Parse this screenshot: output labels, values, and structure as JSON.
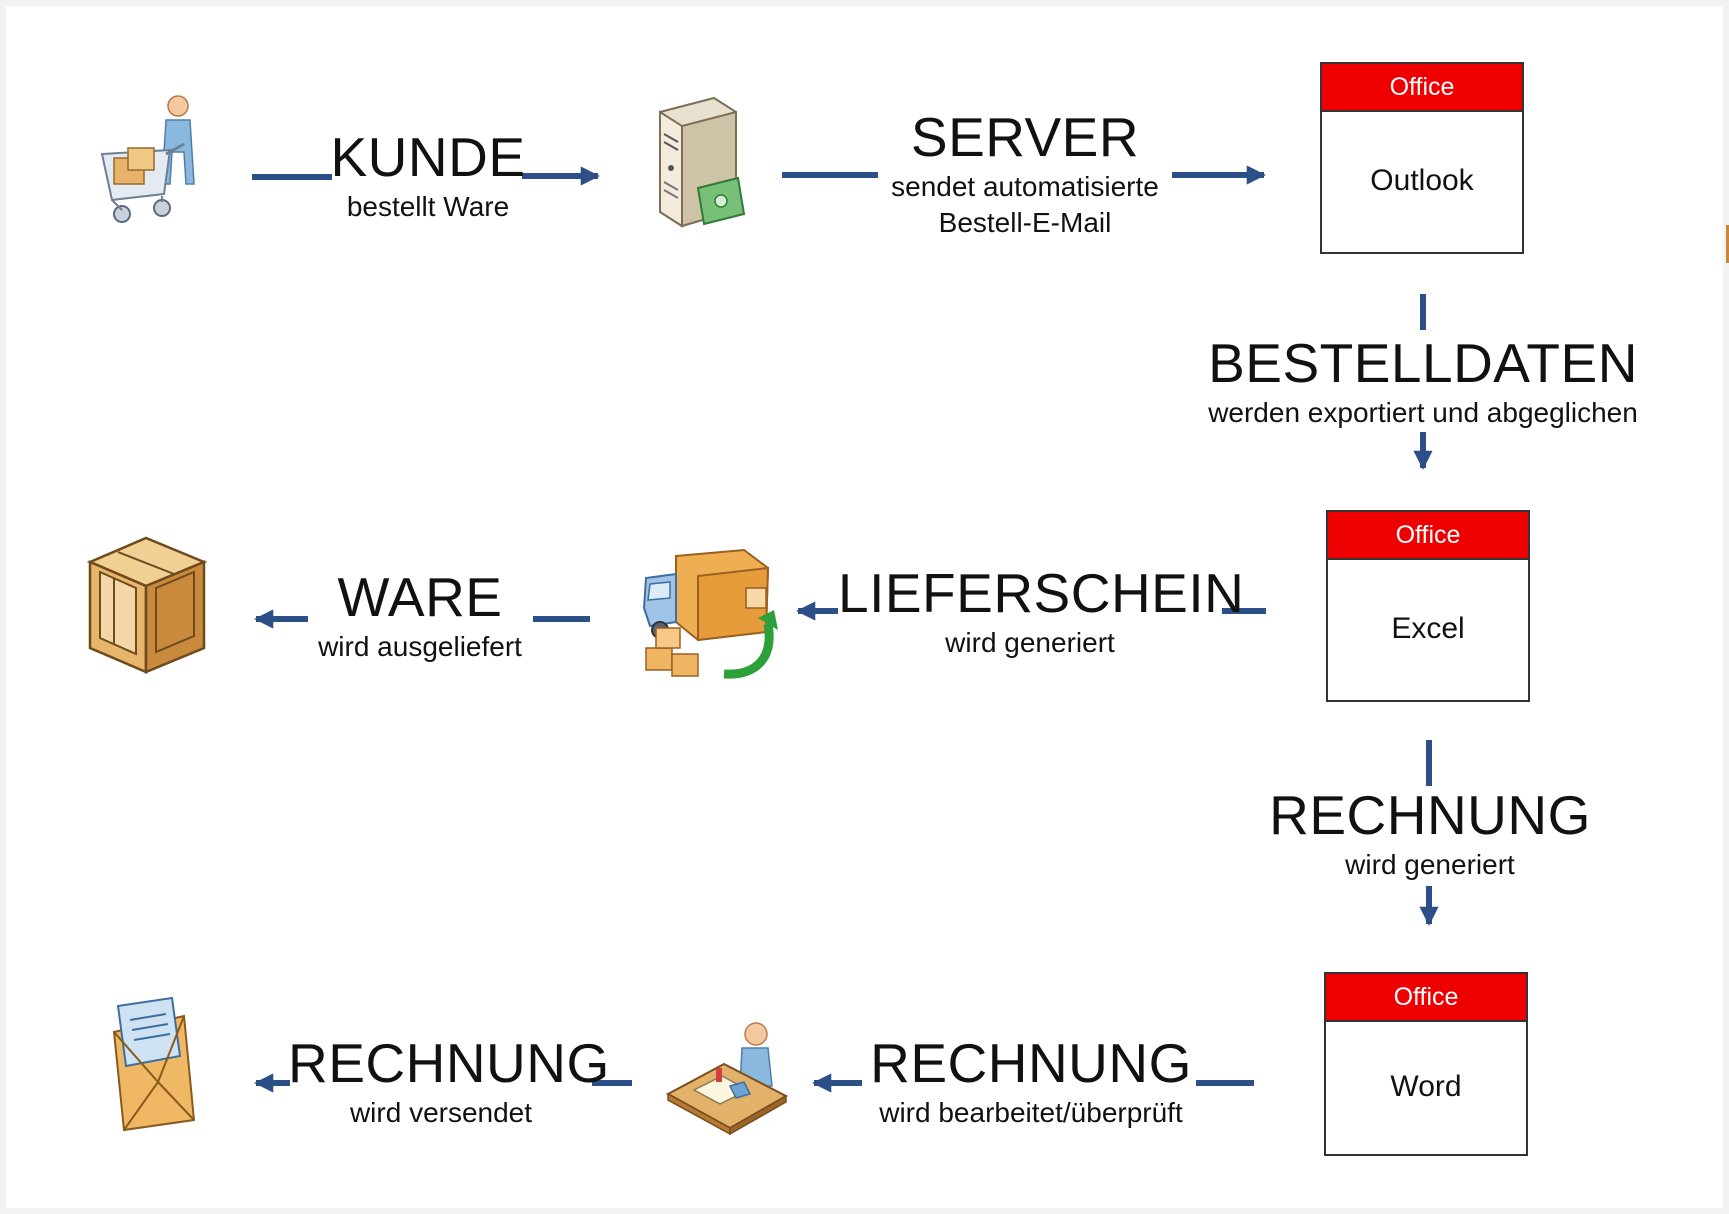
{
  "colors": {
    "arrow": "#2b4f86",
    "office_header": "#ee0000",
    "background": "#ffffff"
  },
  "icons": {
    "customer": "shopping-cart-person-icon",
    "server": "server-payment-icon",
    "goods": "crate-icon",
    "delivery": "delivery-truck-icon",
    "clerk": "office-worker-desk-icon",
    "mail": "envelope-letter-icon"
  },
  "steps": {
    "kunde": {
      "title": "KUNDE",
      "subtitle": "bestellt Ware"
    },
    "server": {
      "title": "SERVER",
      "subtitle_1": "sendet automatisierte",
      "subtitle_2": "Bestell-E-Mail"
    },
    "bestelldaten": {
      "title": "BESTELLDATEN",
      "subtitle": "werden exportiert und abgeglichen"
    },
    "lieferschein": {
      "title": "LIEFERSCHEIN",
      "subtitle": "wird generiert"
    },
    "ware": {
      "title": "WARE",
      "subtitle": "wird ausgeliefert"
    },
    "rechnung_generiert": {
      "title": "RECHNUNG",
      "subtitle": "wird generiert"
    },
    "rechnung_bearbeitet": {
      "title": "RECHNUNG",
      "subtitle": "wird bearbeitet/überprüft"
    },
    "rechnung_versendet": {
      "title": "RECHNUNG",
      "subtitle": "wird versendet"
    }
  },
  "office_boxes": {
    "outlook": {
      "header": "Office",
      "app": "Outlook"
    },
    "excel": {
      "header": "Office",
      "app": "Excel"
    },
    "word": {
      "header": "Office",
      "app": "Word"
    }
  }
}
